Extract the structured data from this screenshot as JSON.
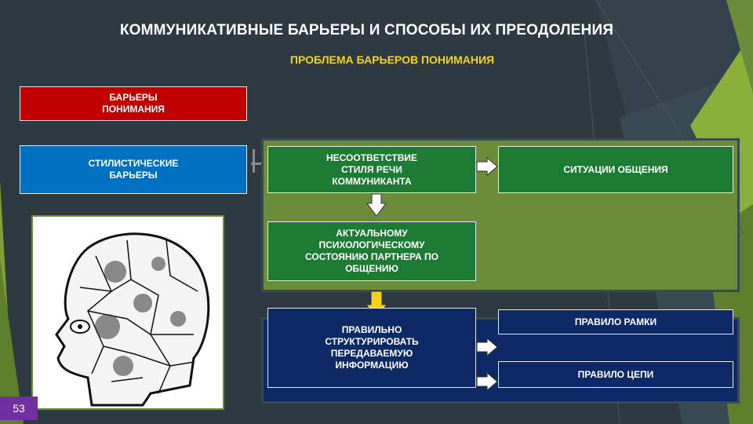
{
  "header": {
    "title": "КОММУНИКАТИВНЫЕ БАРЬЕРЫ И СПОСОБЫ ИХ ПРЕОДОЛЕНИЯ",
    "subtitle": "ПРОБЛЕМА БАРЬЕРОВ ПОНИМАНИЯ"
  },
  "boxes": {
    "barriers": "БАРЬЕРЫ ПОНИМАНИЯ",
    "stylistic": "СТИЛИСТИЧЕСКИЕ БАРЬЕРЫ",
    "mismatch": "НЕСООТВЕТСТВИЕ СТИЛЯ РЕЧИ КОММУНИКАНТА",
    "situation": "СИТУАЦИИ ОБЩЕНИЯ",
    "state": "АКТУАЛЬНОМУ ПСИХОЛОГИЧЕСКОМУ СОСТОЯНИЮ ПАРТНЕРА ПО ОБЩЕНИЮ",
    "structure": "ПРАВИЛЬНО СТРУКТУРИРОВАТЬ ПЕРЕДАВАЕМУЮ ИНФОРМАЦИЮ",
    "frame_rule": "ПРАВИЛО РАМКИ",
    "chain_rule": "ПРАВИЛО ЦЕПИ"
  },
  "slide": {
    "page_number": "53"
  },
  "colors": {
    "background": "#2d3a42",
    "accent_green": "#6b8c3a",
    "title_yellow": "#f2d41f",
    "red": "#c00000",
    "blue": "#0070c0",
    "dark_green": "#1e7b34",
    "navy": "#0e2a66",
    "purple": "#7030a0"
  }
}
